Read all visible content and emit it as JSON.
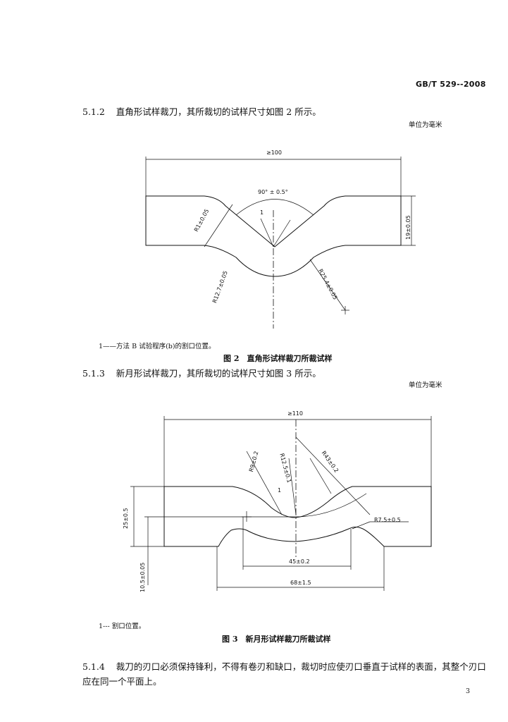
{
  "header": {
    "standard_code": "GB/T 529--2008"
  },
  "sections": {
    "s512": {
      "number": "5.1.2",
      "text": "直角形试样裁刀，其所裁切的试样尺寸如图 2 所示。",
      "unit": "单位为毫米"
    },
    "s513": {
      "number": "5.1.3",
      "text": "新月形试样裁刀，其所裁切的试样尺寸如图 3 所示。",
      "unit": "单位为毫米"
    },
    "s514": {
      "number": "5.1.4",
      "text_line1": "裁刀的刃口必须保持锋利，不得有卷刃和缺口，裁切时应使刃口垂直于试样的表面，其整个刃口",
      "text_line2": "应在同一个平面上。"
    }
  },
  "figure2": {
    "caption": "图 2　直角形试样裁刀所裁试样",
    "note": "1——方法 B 试验程序(b)的割口位置。",
    "dims": {
      "length": "≥100",
      "angle": "90° ± 0.5°",
      "r1": "R1±0.05",
      "height": "19±0.05",
      "r2": "R12.7±0.05",
      "r3": "R25.4±0.05",
      "marker": "1"
    }
  },
  "figure3": {
    "caption": "图 3　新月形试样裁刀所裁试样",
    "note": "1--- 割口位置。",
    "dims": {
      "length": "≥110",
      "r9": "R9±0.2",
      "r12": "R12.5±0.1",
      "r43": "R43±0.2",
      "r7": "R7.5±0.5",
      "width": "25±0.5",
      "depth": "10.5±0.05",
      "d45": "45±0.2",
      "d68": "68±1.5",
      "marker": "1"
    }
  },
  "page_number": "3"
}
